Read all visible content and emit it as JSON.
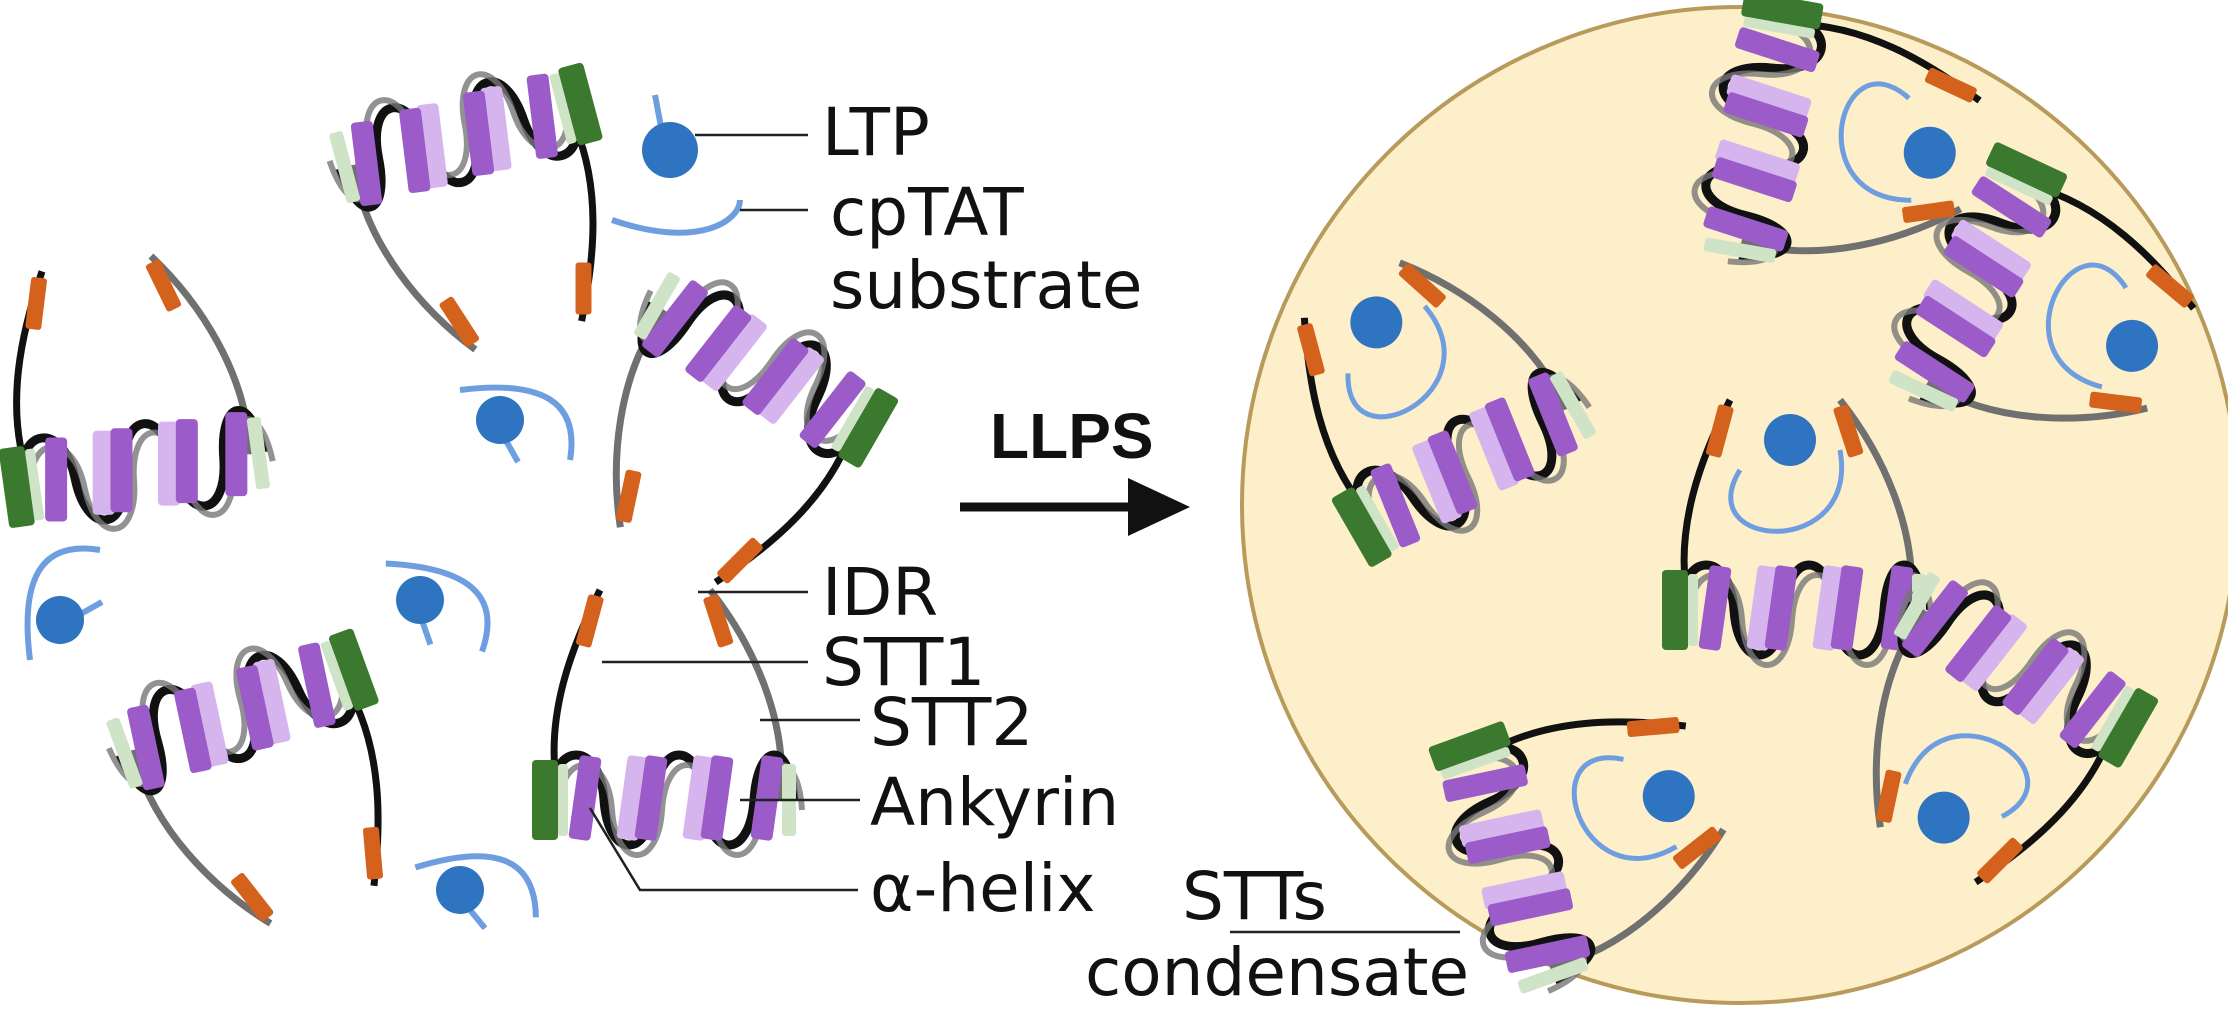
{
  "labels": {
    "ltp": "LTP",
    "cptat_line1": "cpTAT",
    "cptat_line2": "substrate",
    "llps": "LLPS",
    "idr": "IDR",
    "stt1": "STT1",
    "stt2": "STT2",
    "ankyrin": "Ankyrin",
    "alpha_helix": "α-helix",
    "condensate_line1": "STTs",
    "condensate_line2": "condensate"
  },
  "colors": {
    "background": "#ffffff",
    "condensate_fill": "#fcefc9",
    "condensate_stroke": "#b89a5a",
    "ltp_blue": "#2f74c0",
    "substrate_blue": "#6f9ee0",
    "idr_orange": "#d4621c",
    "ankyrin_purple": "#9b5cc9",
    "ankyrin_light": "#d6b5ee",
    "helix_green": "#3b7a2e",
    "helix_light": "#cfe3c6",
    "stt1_black": "#111111",
    "stt2_gray": "#707070"
  }
}
